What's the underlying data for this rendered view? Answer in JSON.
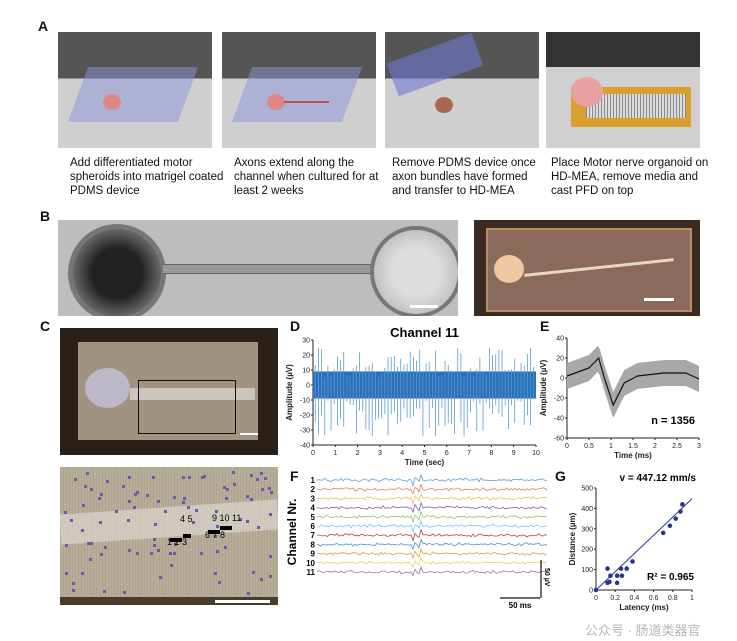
{
  "panels": {
    "a": {
      "label": "A",
      "steps": [
        "Add differentiated motor spheroids into matrigel coated PDMS device",
        "Axons extend along the channel when cultured for at least 2 weeks",
        "Remove PDMS device once axon bundles have formed and transfer to HD-MEA",
        "Place Motor nerve organoid on HD-MEA, remove media and cast PFD on top"
      ]
    },
    "b": {
      "label": "B"
    },
    "c": {
      "label": "C",
      "electrode_labels": {
        "g1": "1 2 3",
        "g2": "4 5",
        "g3": "6 7 8",
        "g4": "9 10 11"
      }
    },
    "d": {
      "label": "D"
    },
    "e": {
      "label": "E"
    },
    "f": {
      "label": "F",
      "ylabel": "Channel Nr.",
      "channels": [
        "1",
        "2",
        "3",
        "4",
        "5",
        "6",
        "7",
        "8",
        "9",
        "10",
        "11"
      ],
      "scale_time": "50 ms",
      "scale_amp": "50 µV",
      "colors": [
        "#5aa0d0",
        "#e08050",
        "#e8c050",
        "#8a5aa0",
        "#9ac060",
        "#70c8e8",
        "#c04040",
        "#4a90c0",
        "#e09a40",
        "#e8d060",
        "#a070b0"
      ]
    },
    "g": {
      "label": "G"
    }
  },
  "watermark": "公众号 · 肠道类器官",
  "chart_data": [
    {
      "id": "D",
      "type": "line",
      "title": "Channel 11",
      "xlabel": "Time (sec)",
      "ylabel": "Amplitude (µV)",
      "xlim": [
        0,
        10
      ],
      "ylim": [
        -40,
        30
      ],
      "xticks": [
        "0",
        "1",
        "2",
        "3",
        "4",
        "5",
        "6",
        "7",
        "8",
        "9",
        "10"
      ],
      "yticks": [
        "30",
        "20",
        "10",
        "0",
        "-10",
        "-20",
        "-30",
        "-40"
      ],
      "color": "#2a6fb8",
      "noise_band": [
        -10,
        10
      ]
    },
    {
      "id": "E",
      "type": "line",
      "xlabel": "Time (ms)",
      "ylabel": "Amplitude (µV)",
      "xlim": [
        0,
        3
      ],
      "ylim": [
        -60,
        40
      ],
      "xticks": [
        "0",
        "0.5",
        "1",
        "1.5",
        "2",
        "2.5",
        "3"
      ],
      "yticks": [
        "40",
        "20",
        "0",
        "-20",
        "-40",
        "-60"
      ],
      "annotation": "n = 1356",
      "mean_x": [
        0,
        0.5,
        0.72,
        0.85,
        1.05,
        1.3,
        1.6,
        2.2,
        2.7,
        3
      ],
      "mean_y": [
        2,
        10,
        20,
        0,
        -27,
        -5,
        2,
        5,
        5,
        -1
      ]
    },
    {
      "id": "G",
      "type": "scatter",
      "xlabel": "Latency (ms)",
      "ylabel": "Distance (µm)",
      "xlim": [
        0,
        1
      ],
      "ylim": [
        0,
        500
      ],
      "xticks": [
        "0",
        "0.2",
        "0.4",
        "0.6",
        "0.8",
        "1"
      ],
      "yticks": [
        "500",
        "400",
        "300",
        "200",
        "100",
        "0"
      ],
      "x": [
        0,
        0.12,
        0.12,
        0.14,
        0.15,
        0.22,
        0.22,
        0.26,
        0.27,
        0.32,
        0.38,
        0.7,
        0.77,
        0.83,
        0.88,
        0.9
      ],
      "y": [
        0,
        105,
        35,
        40,
        70,
        70,
        35,
        105,
        70,
        105,
        140,
        280,
        315,
        350,
        385,
        420
      ],
      "fit_slope": 447.12,
      "annotation_v": "v = 447.12 mm/s",
      "annotation_r2": "R² = 0.965",
      "color": "#2a3590"
    }
  ]
}
